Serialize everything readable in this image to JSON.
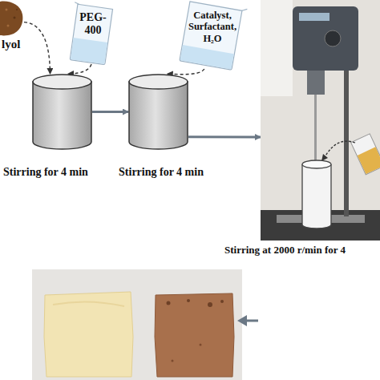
{
  "diagram": {
    "nodes": [
      {
        "text": [
          "lyol"
        ]
      },
      {
        "text": [
          "PEG-400"
        ]
      },
      {
        "text": [
          "Catalyst, Surfactant, H₂O"
        ]
      },
      {
        "text": [
          "Stirring for 4 min"
        ]
      },
      {
        "text": [
          "Stirring for 4 min"
        ]
      },
      {
        "text": [
          "Stirring at 2000 r/min for 4"
        ]
      }
    ],
    "edges": [
      {
        "from": 0,
        "to": 3,
        "arrow": "to"
      },
      {
        "from": 1,
        "to": 3,
        "arrow": "to"
      },
      {
        "from": 2,
        "to": 4,
        "arrow": "to"
      },
      {
        "from": 3,
        "to": 4,
        "arrow": "to"
      },
      {
        "from": 4,
        "to": 5,
        "arrow": "to"
      }
    ]
  }
}
